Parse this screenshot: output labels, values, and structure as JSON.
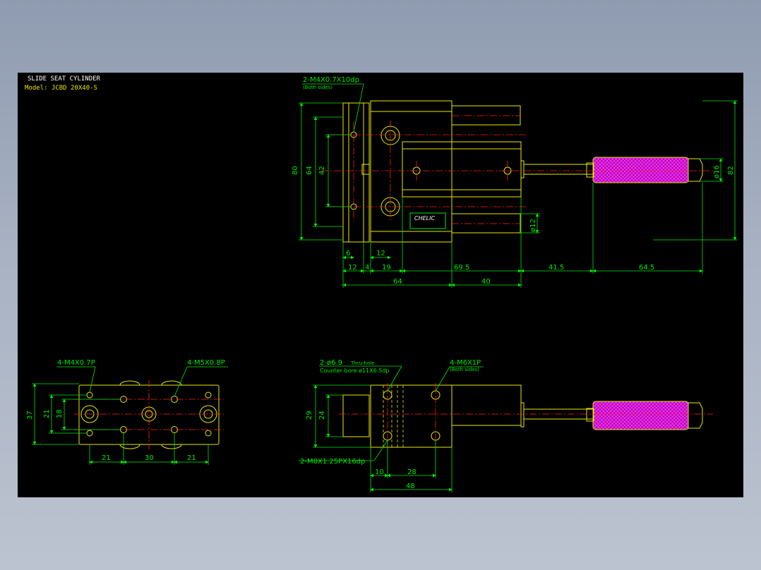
{
  "header": {
    "title": "SLIDE SEAT CYLINDER",
    "model": "Model: JCBD 20X40-S"
  },
  "colors": {
    "part": "#e8e800",
    "dim": "#00e800",
    "center": "#ff2020",
    "hatch": "#c000c0",
    "text_white": "#ffffff",
    "canvas": "#000000"
  },
  "top_view": {
    "callout_top": "2-M4X0.7X10dp",
    "callout_top_sub": "(Both sides)",
    "nameplate_brand": "CHELIC",
    "dims": {
      "v80": "80",
      "v64": "64",
      "v42": "42",
      "v82": "82",
      "d16": "ø16",
      "d12": "ø12",
      "h6": "6",
      "h12a": "12",
      "h12b": "12",
      "h4": "4",
      "h19": "19",
      "h69_5": "69.5",
      "h41_5": "41.5",
      "h64_5": "64.5",
      "h64": "64",
      "h40": "40"
    }
  },
  "side_view": {
    "callout_left": "4-M4X0.7P",
    "callout_right": "4-M5X0.8P",
    "dims": {
      "v37": "37",
      "v21": "21",
      "v18": "18",
      "h21a": "21",
      "h30": "30",
      "h21b": "21"
    }
  },
  "front_view": {
    "callout_hole": "2-ø6.9",
    "callout_hole_thru": "Thru-hole",
    "callout_counter": "Counter bore  ø11X6.5dp",
    "callout_m6": "4-M6X1P",
    "callout_m6_sub": "(Both sides)",
    "callout_m8": "2-M8X1.25PX16dp",
    "dims": {
      "v29": "29",
      "v24": "24",
      "h10": "10",
      "h28": "28",
      "h48": "48"
    }
  }
}
